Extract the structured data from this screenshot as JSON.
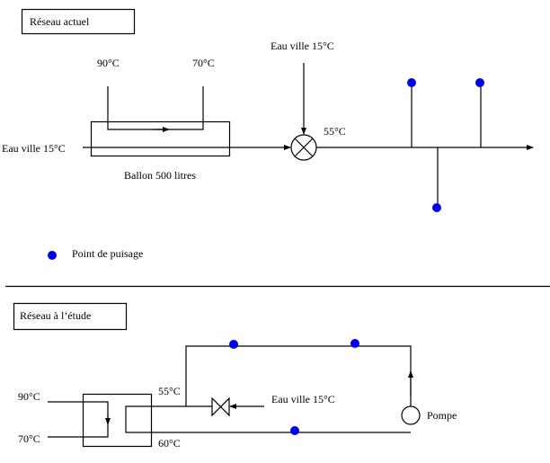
{
  "colors": {
    "line": "#000000",
    "point": "#0000ee",
    "background": "#ffffff"
  },
  "current_network": {
    "title": "Réseau actuel",
    "tank_hot_in": "90°C",
    "tank_hot_out": "70°C",
    "tank_label": "Ballon 500 litres",
    "city_water_in": "Eau ville  15°C",
    "mixer_city_water": "Eau ville  15°C",
    "mixer_out_temp": "55°C",
    "draw_off_points": 3
  },
  "legend": {
    "point_icon": "blue-dot",
    "point_label": "Point de  puisage"
  },
  "study_network": {
    "title": "Réseau à l’étude",
    "hx_hot_in": "90°C",
    "hx_hot_out": "70°C",
    "supply_temp": "55°C",
    "return_temp": "60°C",
    "city_water": "Eau ville  15°C",
    "pump_label": "Pompe",
    "draw_off_points": 3
  }
}
